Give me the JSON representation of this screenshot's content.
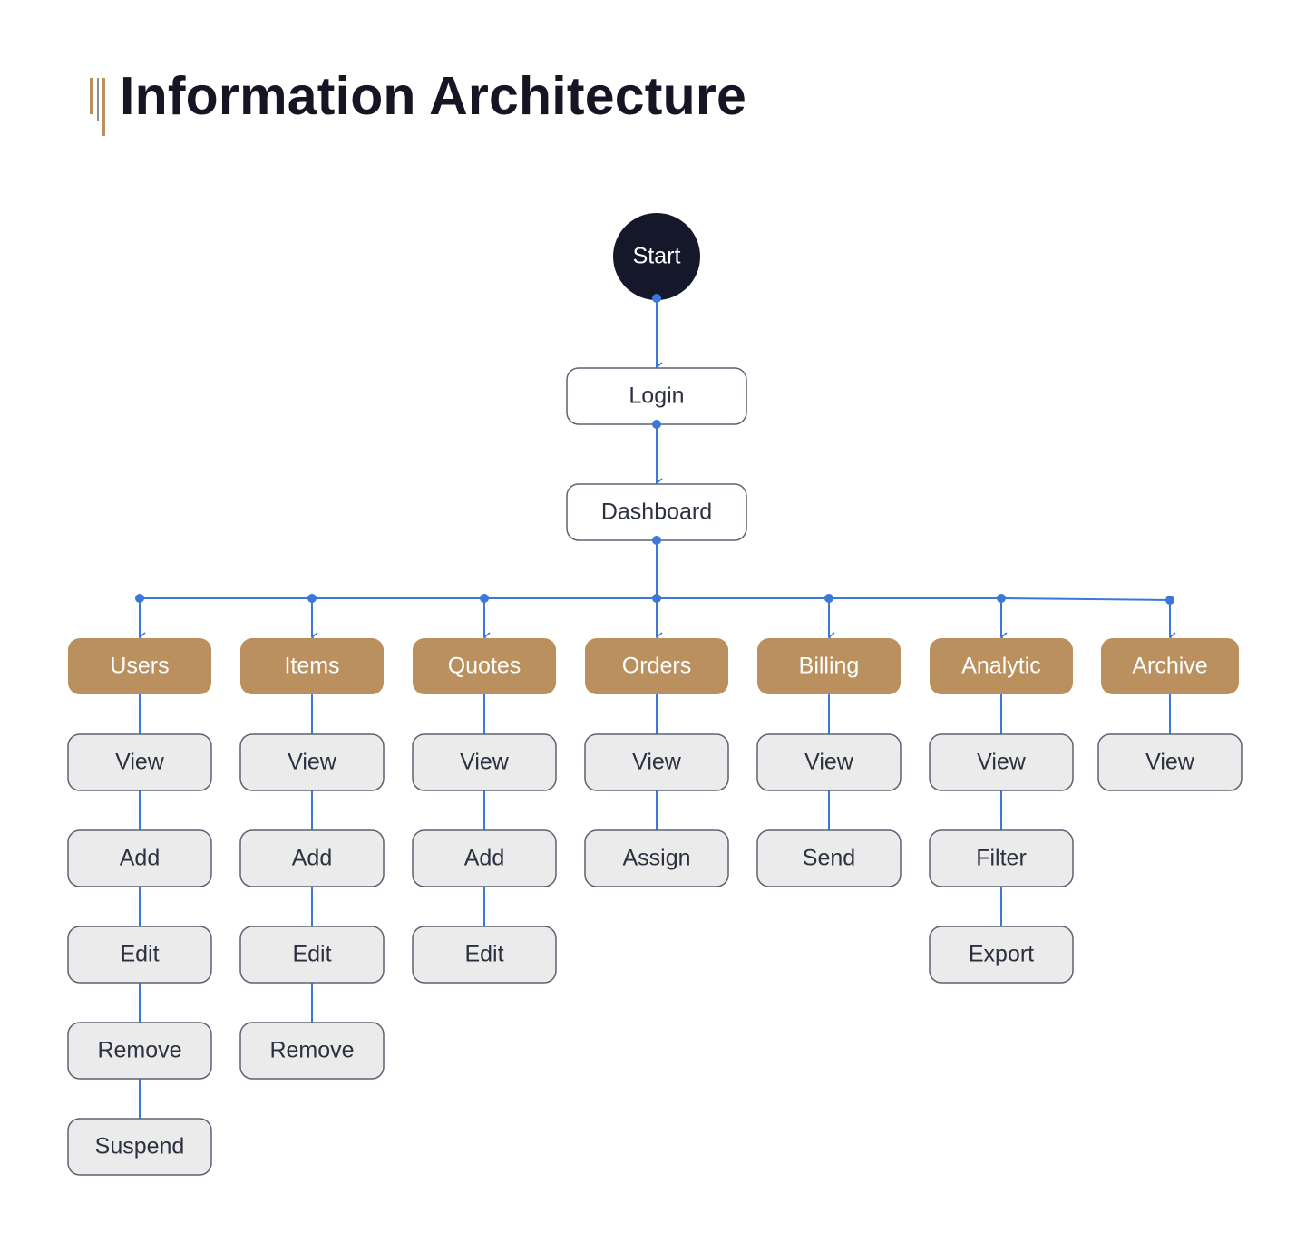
{
  "title": "Information Architecture",
  "colors": {
    "accent": "#bb905f",
    "connector": "#3b78d8",
    "start_fill": "#15172b",
    "leaf_fill": "#ebebec",
    "leaf_border": "#5a6372",
    "text_dark": "#2c3140"
  },
  "flow": {
    "start": "Start",
    "login": "Login",
    "dashboard": "Dashboard"
  },
  "sections": [
    {
      "label": "Users",
      "items": [
        "View",
        "Add",
        "Edit",
        "Remove",
        "Suspend"
      ]
    },
    {
      "label": "Items",
      "items": [
        "View",
        "Add",
        "Edit",
        "Remove"
      ]
    },
    {
      "label": "Quotes",
      "items": [
        "View",
        "Add",
        "Edit"
      ]
    },
    {
      "label": "Orders",
      "items": [
        "View",
        "Assign"
      ]
    },
    {
      "label": "Billing",
      "items": [
        "View",
        "Send"
      ]
    },
    {
      "label": "Analytic",
      "items": [
        "View",
        "Filter",
        "Export"
      ]
    },
    {
      "label": "Archive",
      "items": [
        "View"
      ]
    }
  ]
}
